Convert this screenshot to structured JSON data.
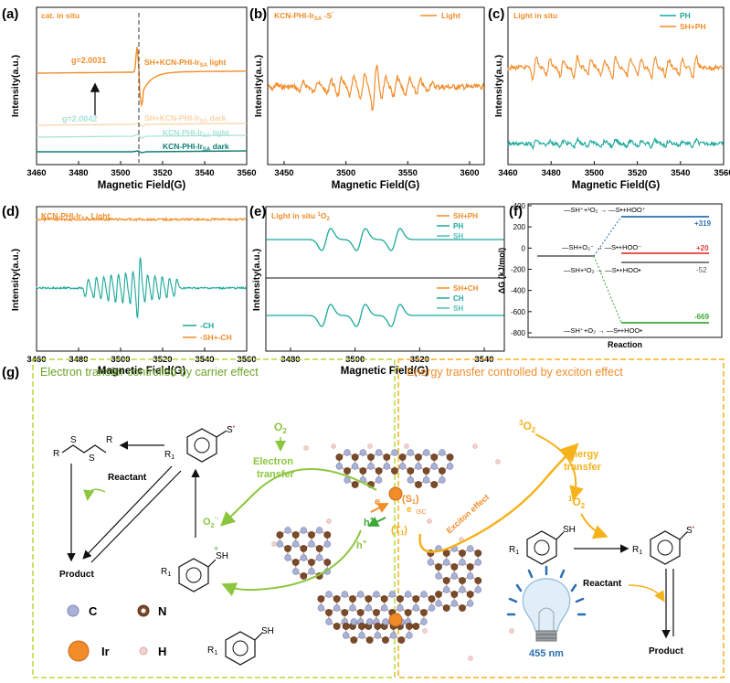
{
  "colors": {
    "orange": "#f28c28",
    "teal": "#1aa89a",
    "dark_teal": "#0f7f73",
    "green": "#8cc63f",
    "light_green": "#c3e07a",
    "gold": "#f5b21b",
    "blue": "#2a6fb0",
    "red": "#e0403a"
  },
  "panels": {
    "a": {
      "letter": "(a)",
      "tag": "cat. in situ",
      "ylabel": "Intensity(a.u.)",
      "xlabel": "Magnetic Field(G)",
      "xticks": [
        "3460",
        "3480",
        "3500",
        "3520",
        "3540",
        "3560"
      ],
      "g1": "g=2.0031",
      "g2": "g=2.0042",
      "l1": "SH+KCN-PHI-Ir",
      "l1_sub": "SA",
      "l1_tail": " light",
      "l2": "SH+KCN-PHI-Ir",
      "l2_sub": "SA",
      "l2_tail": " dark",
      "l3": "KCN-PHI-Ir",
      "l3_sub": "SA",
      "l3_tail": " light",
      "l4": "KCN-PHI-Ir",
      "l4_sub": "SA",
      "l4_tail": " dark"
    },
    "b": {
      "letter": "(b)",
      "tag": "KCN-PHI-Ir",
      "tag_sub": "SA",
      "tag_tail": " -S",
      "tag_sup": "·",
      "legend": "Light",
      "ylabel": "Intensity(a.u.)",
      "xlabel": "Magnetic Field(G)",
      "xticks": [
        "3450",
        "3500",
        "3550",
        "3600"
      ]
    },
    "c": {
      "letter": "(c)",
      "tag": "Light in situ",
      "legend1": "PH",
      "legend2": "SH+PH",
      "ylabel": "Intensity(a.u.)",
      "xlabel": "Magnetic Field(G)",
      "xticks": [
        "3460",
        "3480",
        "3500",
        "3520",
        "3540",
        "3560"
      ]
    },
    "d": {
      "letter": "(d)",
      "tag": "KCN-PHI-Ir",
      "tag_sub": "SA",
      "tag_tail": "  Light",
      "legend1": "-CH",
      "legend2": "-SH+-CH",
      "ylabel": "Intensity(a.u.)",
      "xlabel": "Magnetic Field(G)",
      "xticks": [
        "3460",
        "3480",
        "3500",
        "3520",
        "3540",
        "3560"
      ]
    },
    "e": {
      "letter": "(e)",
      "tag": "Light  in situ ",
      "tag_sup": "1",
      "tag_tail": "O",
      "tag_sub": "2",
      "legend_top": [
        "SH+PH",
        "PH",
        "SH"
      ],
      "legend_bot": [
        "SH+CH",
        "CH",
        "SH"
      ],
      "ylabel": "Intensity(a.u.)",
      "xlabel": "Magnetic Field(G)",
      "xticks": [
        "3480",
        "3500",
        "3520",
        "3540"
      ]
    },
    "f": {
      "letter": "(f)",
      "ylabel": "ΔG (kJ/mol)",
      "xlabel": "Reaction",
      "yticks": [
        "400",
        "200",
        "0",
        "-200",
        "-400",
        "-600",
        "-800"
      ],
      "r1": "—SH⁺+¹O₂ → —S•+HOO⁺",
      "v1": "+319",
      "r2": "—SH+O₂⁻ → —S•+HOO⁻",
      "v2": "+20",
      "r3": "—SH+¹O₂ → —S•+HOO•",
      "v3": "-52",
      "r4": "—SH⁺+O₂ → —S•+HOO•",
      "v4": "-669"
    }
  },
  "scheme": {
    "letter": "(g)",
    "left_title": "Electron transfer controlled by carrier effect",
    "right_title": "Energy transfer controlled by exciton effect",
    "o2": "O",
    "o2_sub": "2",
    "electron_transfer": [
      "Electron",
      "transfer"
    ],
    "o2_minus": "O",
    "o2_minus_sub": "2",
    "o2_minus_sup": "·-",
    "reactant_left": "Reactant",
    "product_left": "Product",
    "r1": "R",
    "r1_sub": "1",
    "s_rad": "S",
    "sh": "SH",
    "r": "R",
    "e_label": "e",
    "h_label": "h",
    "plus": "+",
    "s1": "(S",
    "s1_sub": "1",
    "s1_tail": ")",
    "isc": "ISC",
    "t1": "(T",
    "t1_sub": "1",
    "t1_tail": ")",
    "exciton_effect": "Exciton effect",
    "triplet_o2_sup": "3",
    "triplet_o2": "O",
    "triplet_o2_sub": "2",
    "energy_transfer": [
      "Energy",
      "transfer"
    ],
    "singlet_o2_sup": "1",
    "singlet_o2": "O",
    "singlet_o2_sub": "2",
    "reactant_right": "Reactant",
    "product_right": "Product",
    "lamp": "455 nm",
    "legend": [
      {
        "sym": "C"
      },
      {
        "sym": "N"
      },
      {
        "sym": "Ir"
      },
      {
        "sym": "H"
      }
    ]
  }
}
